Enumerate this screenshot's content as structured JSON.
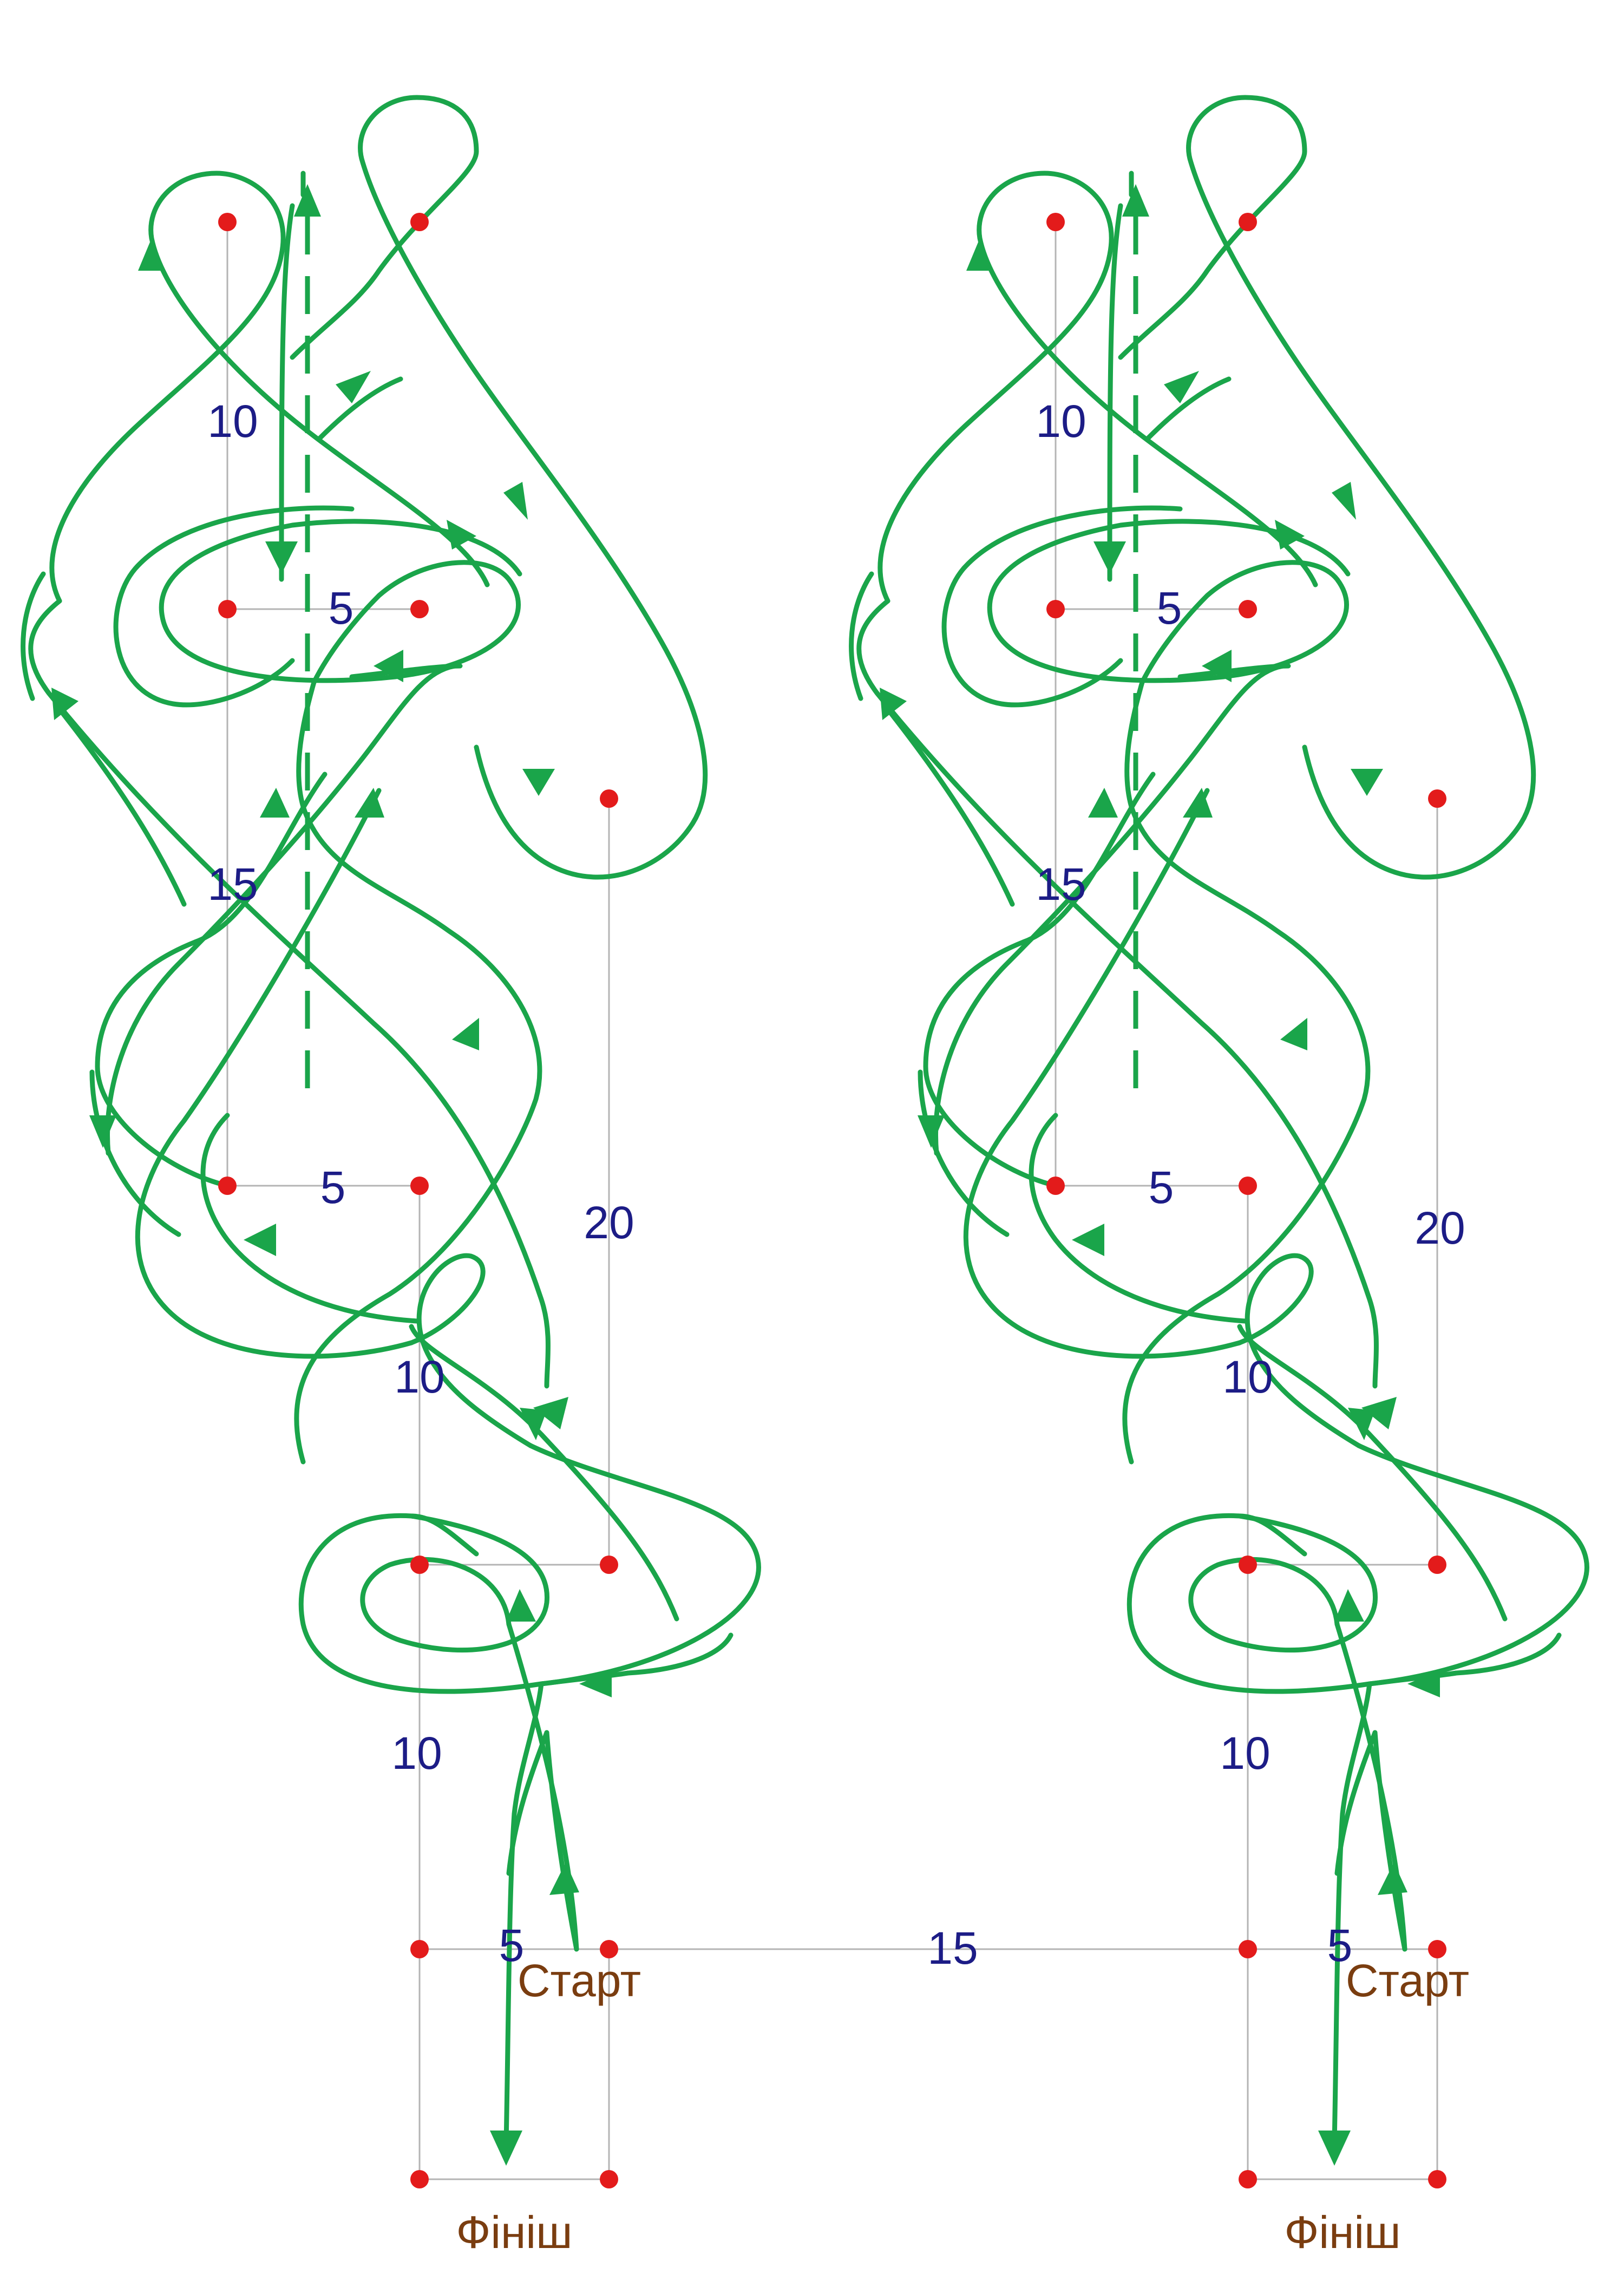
{
  "labels": {
    "start": "Старт",
    "finish": "Фініш"
  },
  "distances": [
    "10",
    "5",
    "15",
    "5",
    "20",
    "10",
    "10",
    "5",
    "15"
  ],
  "colors": {
    "route": "#1aa54a",
    "cone": "#e31b1b",
    "grid": "#b4b4b4",
    "distance_text": "#1c1c86",
    "place_text": "#7a3d10"
  },
  "icons": {
    "cone": "red-dot-icon",
    "direction": "arrowhead-icon"
  }
}
